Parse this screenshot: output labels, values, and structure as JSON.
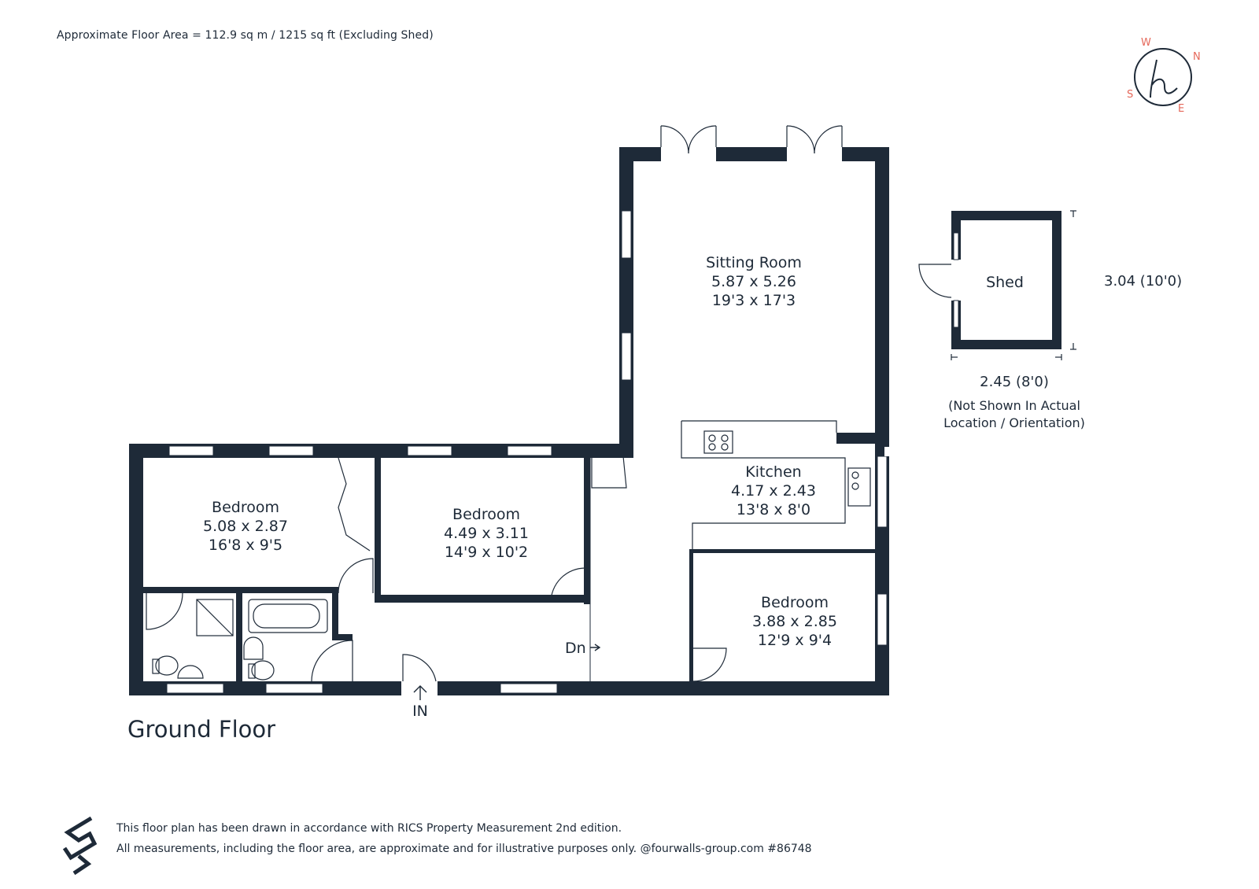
{
  "header": {
    "area_note": "Approximate Floor Area = 112.9 sq m / 1215 sq ft (Excluding Shed)"
  },
  "compass": {
    "letters": {
      "w": "W",
      "n": "N",
      "s": "S",
      "e": "E"
    },
    "logo_icon": "script-h-logo",
    "accent_color": "#e5685a"
  },
  "rooms": {
    "sitting": {
      "name": "Sitting Room",
      "metric": "5.87 x 5.26",
      "imperial": "19'3 x 17'3"
    },
    "kitchen": {
      "name": "Kitchen",
      "metric": "4.17 x 2.43",
      "imperial": "13'8 x 8'0"
    },
    "bedroom1": {
      "name": "Bedroom",
      "metric": "5.08 x 2.87",
      "imperial": "16'8 x 9'5"
    },
    "bedroom2": {
      "name": "Bedroom",
      "metric": "4.49 x 3.11",
      "imperial": "14'9 x 10'2"
    },
    "bedroom3": {
      "name": "Bedroom",
      "metric": "3.88 x 2.85",
      "imperial": "12'9 x 9'4"
    },
    "shed": {
      "name": "Shed"
    }
  },
  "shed_dims": {
    "depth": "3.04 (10'0)",
    "width": "2.45 (8'0)",
    "note_line1": "(Not Shown In Actual",
    "note_line2": "Location / Orientation)"
  },
  "labels": {
    "entrance": "IN",
    "down": "Dn"
  },
  "floor": {
    "title": "Ground Floor"
  },
  "footer": {
    "line1": "This floor plan has been drawn in accordance with RICS Property Measurement 2nd edition.",
    "line2": "All measurements, including the floor area, are approximate and for illustrative purposes only. @fourwalls-group.com #86748",
    "logo_icon": "fourwalls-logo"
  },
  "colors": {
    "wall": "#1e2a38",
    "text": "#1e2a38",
    "background": "#ffffff"
  }
}
